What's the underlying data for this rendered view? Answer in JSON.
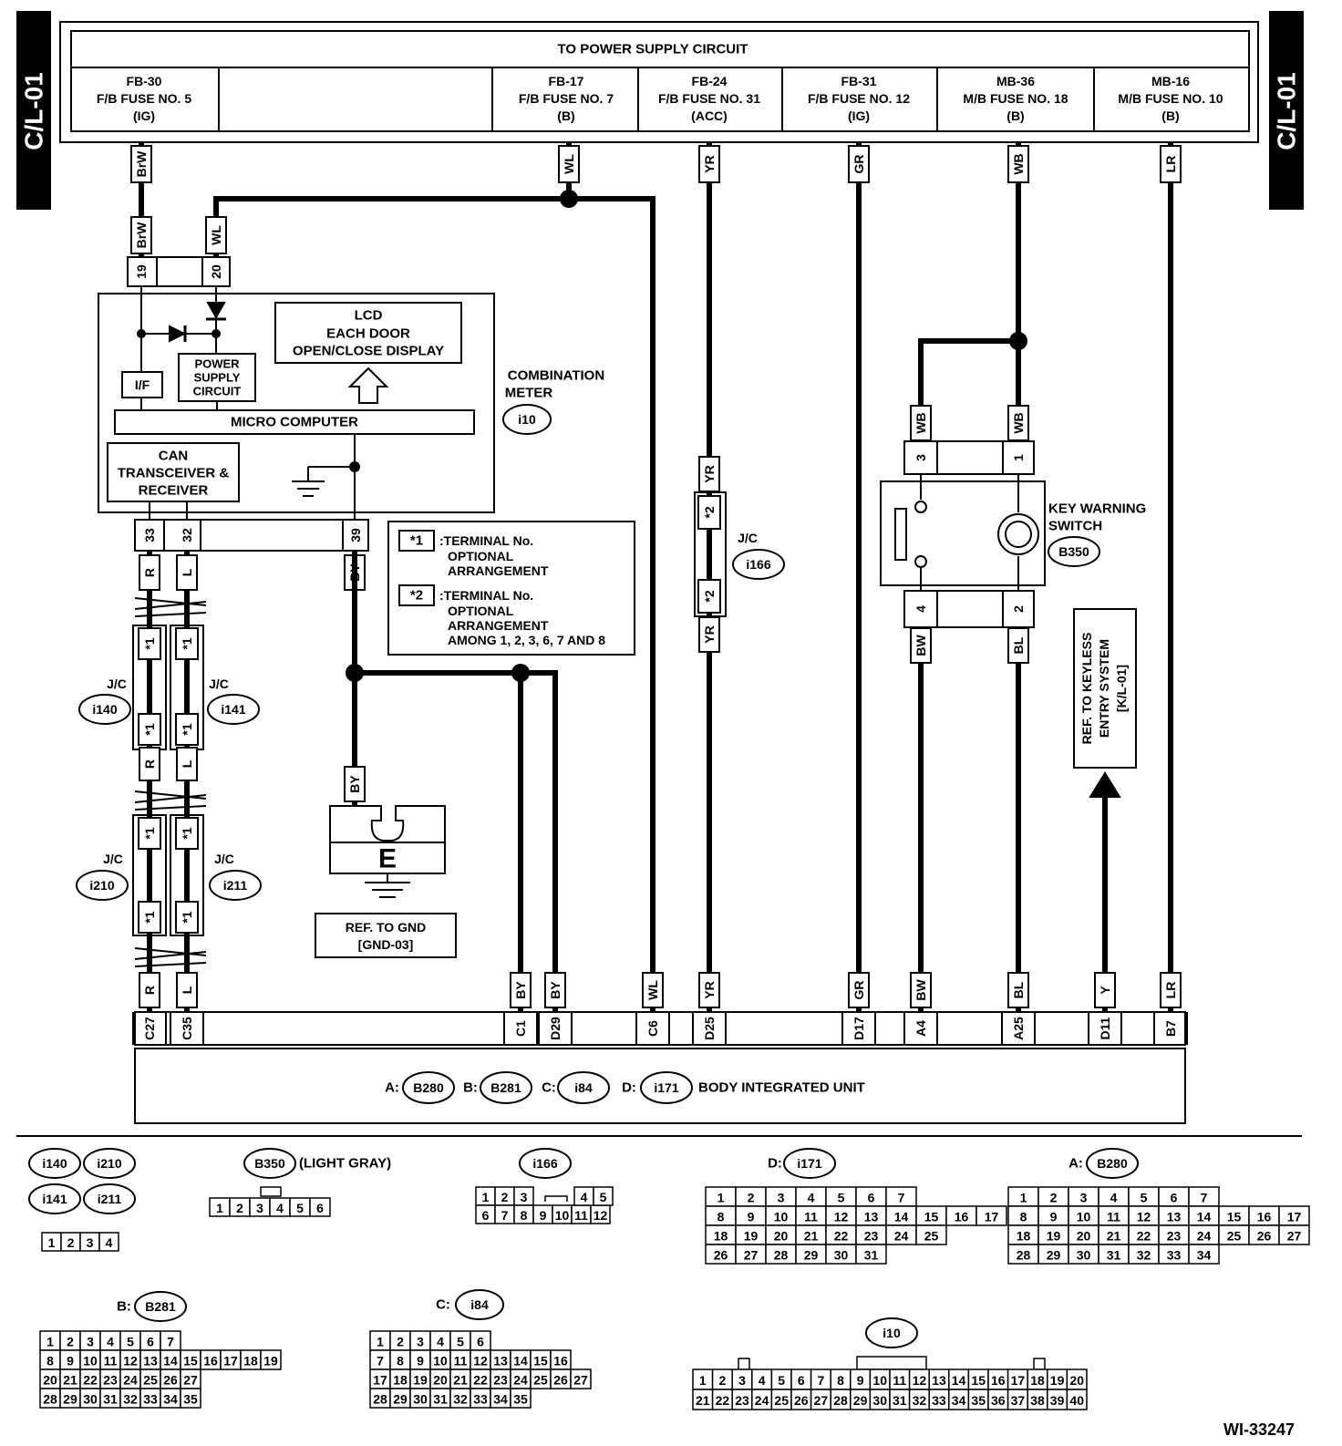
{
  "side_tab": "C/L-01",
  "power_supply_title": "TO POWER SUPPLY CIRCUIT",
  "fuses": [
    {
      "id": "FB-30",
      "name": "F/B FUSE NO. 5",
      "mode": "(IG)"
    },
    {
      "id": "FB-17",
      "name": "F/B FUSE NO. 7",
      "mode": "(B)"
    },
    {
      "id": "FB-24",
      "name": "F/B FUSE NO. 31",
      "mode": "(ACC)"
    },
    {
      "id": "FB-31",
      "name": "F/B FUSE NO. 12",
      "mode": "(IG)"
    },
    {
      "id": "MB-36",
      "name": "M/B FUSE NO. 18",
      "mode": "(B)"
    },
    {
      "id": "MB-16",
      "name": "M/B FUSE NO. 10",
      "mode": "(B)"
    }
  ],
  "fuse_wires": [
    "BrW",
    "WL",
    "YR",
    "GR",
    "WB",
    "LR"
  ],
  "meter": {
    "conn_top_wires": [
      "BrW",
      "WL"
    ],
    "conn_top_pins": [
      "19",
      "20"
    ],
    "lcd": [
      "LCD",
      "EACH DOOR",
      "OPEN/CLOSE DISPLAY"
    ],
    "if": "I/F",
    "power_supply": [
      "POWER",
      "SUPPLY",
      "CIRCUIT"
    ],
    "micro": "MICRO COMPUTER",
    "can": [
      "CAN",
      "TRANSCEIVER &",
      "RECEIVER"
    ],
    "label": [
      "COMBINATION",
      "METER"
    ],
    "connector": "i10",
    "bottom_pins": [
      "33",
      "32",
      "39"
    ],
    "bottom_wires": [
      "R",
      "L",
      "BY"
    ]
  },
  "notes": {
    "n1_mark": "*1",
    "n1_lines": [
      ":TERMINAL No.",
      "OPTIONAL",
      "ARRANGEMENT"
    ],
    "n2_mark": "*2",
    "n2_lines": [
      ":TERMINAL No.",
      "OPTIONAL",
      "ARRANGEMENT",
      "AMONG 1, 2, 3, 6, 7 AND 8"
    ]
  },
  "jc_label": "J/C",
  "jc_connectors": [
    "i140",
    "i141",
    "i210",
    "i211",
    "i166"
  ],
  "jc_mark1": "*1",
  "jc_mark2": "*2",
  "ground": {
    "letter": "E",
    "wire": "BY",
    "ref": [
      "REF. TO GND",
      "[GND-03]"
    ]
  },
  "key_switch": {
    "label": [
      "KEY WARNING",
      "SWITCH"
    ],
    "connector": "B350",
    "top_wires": [
      "WB",
      "WB"
    ],
    "top_pins": [
      "3",
      "1"
    ],
    "bottom_pins": [
      "4",
      "2"
    ],
    "bottom_wires": [
      "BW",
      "BL"
    ]
  },
  "keyless_ref": [
    "REF. TO KEYLESS",
    "ENTRY SYSTEM",
    "[K/L-01]"
  ],
  "biu_terminals": [
    {
      "wire": "R",
      "pin": "C27"
    },
    {
      "wire": "L",
      "pin": "C35"
    },
    {
      "wire": "BY",
      "pin": "C1"
    },
    {
      "wire": "BY",
      "pin": "D29"
    },
    {
      "wire": "WL",
      "pin": "C6"
    },
    {
      "wire": "YR",
      "pin": "D25"
    },
    {
      "wire": "GR",
      "pin": "D17"
    },
    {
      "wire": "BW",
      "pin": "A4"
    },
    {
      "wire": "BL",
      "pin": "A25"
    },
    {
      "wire": "Y",
      "pin": "D11"
    },
    {
      "wire": "LR",
      "pin": "B7"
    }
  ],
  "biu": {
    "a": "A:",
    "a_conn": "B280",
    "b": "B:",
    "b_conn": "B281",
    "c": "C:",
    "c_conn": "i84",
    "d": "D:",
    "d_conn": "i171",
    "name": "BODY INTEGRATED UNIT"
  },
  "legend": {
    "jc_connectors": [
      "i140",
      "i210",
      "i141",
      "i211"
    ],
    "jc_pins": [
      [
        "1",
        "2",
        "3",
        "4"
      ]
    ],
    "b350": "B350",
    "b350_note": "(LIGHT GRAY)",
    "b350_pins": [
      [
        "1",
        "2",
        "3",
        "4",
        "5",
        "6"
      ]
    ],
    "i166": "i166",
    "i166_pins": [
      [
        "1",
        "2",
        "3",
        "",
        "4",
        "5"
      ],
      [
        "6",
        "7",
        "8",
        "9",
        "10",
        "11",
        "12"
      ]
    ],
    "i171_prefix": "D:",
    "i171": "i171",
    "i171_pins": [
      [
        "1",
        "2",
        "3",
        "4",
        "5",
        "6",
        "7"
      ],
      [
        "8",
        "9",
        "10",
        "11",
        "12",
        "13",
        "14",
        "15",
        "16",
        "17"
      ],
      [
        "18",
        "19",
        "20",
        "21",
        "22",
        "23",
        "24",
        "25"
      ],
      [
        "26",
        "27",
        "28",
        "29",
        "30",
        "31"
      ]
    ],
    "b280_prefix": "A:",
    "b280": "B280",
    "b280_pins": [
      [
        "1",
        "2",
        "3",
        "4",
        "5",
        "6",
        "7"
      ],
      [
        "8",
        "9",
        "10",
        "11",
        "12",
        "13",
        "14",
        "15",
        "16",
        "17"
      ],
      [
        "18",
        "19",
        "20",
        "21",
        "22",
        "23",
        "24",
        "25",
        "26",
        "27"
      ],
      [
        "28",
        "29",
        "30",
        "31",
        "32",
        "33",
        "34"
      ]
    ],
    "b281_prefix": "B:",
    "b281": "B281",
    "b281_pins": [
      [
        "1",
        "2",
        "3",
        "4",
        "5",
        "6",
        "7"
      ],
      [
        "8",
        "9",
        "10",
        "11",
        "12",
        "13",
        "14",
        "15",
        "16",
        "17",
        "18",
        "19"
      ],
      [
        "20",
        "21",
        "22",
        "23",
        "24",
        "25",
        "26",
        "27"
      ],
      [
        "28",
        "29",
        "30",
        "31",
        "32",
        "33",
        "34",
        "35"
      ]
    ],
    "i84_prefix": "C:",
    "i84": "i84",
    "i84_pins": [
      [
        "1",
        "2",
        "3",
        "4",
        "5",
        "6"
      ],
      [
        "7",
        "8",
        "9",
        "10",
        "11",
        "12",
        "13",
        "14",
        "15",
        "16"
      ],
      [
        "17",
        "18",
        "19",
        "20",
        "21",
        "22",
        "23",
        "24",
        "25",
        "26",
        "27"
      ],
      [
        "28",
        "29",
        "30",
        "31",
        "32",
        "33",
        "34",
        "35"
      ]
    ],
    "i10": "i10",
    "i10_pins": [
      [
        "1",
        "2",
        "3",
        "4",
        "5",
        "6",
        "7",
        "8",
        "9",
        "10",
        "11",
        "12",
        "13",
        "14",
        "15",
        "16",
        "17",
        "18",
        "19",
        "20"
      ],
      [
        "21",
        "22",
        "23",
        "24",
        "25",
        "26",
        "27",
        "28",
        "29",
        "30",
        "31",
        "32",
        "33",
        "34",
        "35",
        "36",
        "37",
        "38",
        "39",
        "40"
      ]
    ]
  },
  "figure_id": "WI-33247"
}
